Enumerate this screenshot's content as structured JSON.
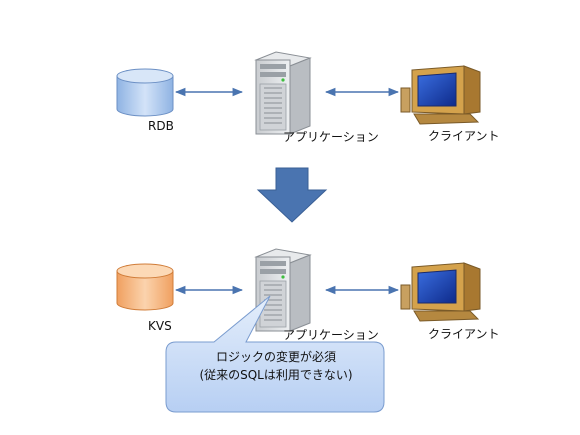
{
  "top_row": {
    "database_label": "RDB",
    "server_label": "アプリケーション",
    "client_label": "クライアント"
  },
  "bottom_row": {
    "database_label": "KVS",
    "server_label": "アプリケーション",
    "client_label": "クライアント"
  },
  "callout": {
    "line1": "ロジックの変更が必須",
    "line2": "(従来のSQLは利用できない)"
  },
  "colors": {
    "rdb_fill": "#a9c6ea",
    "kvs_fill": "#f6b77e",
    "arrow_blue": "#4a74b0",
    "callout_fill": "#c5d9f6"
  }
}
